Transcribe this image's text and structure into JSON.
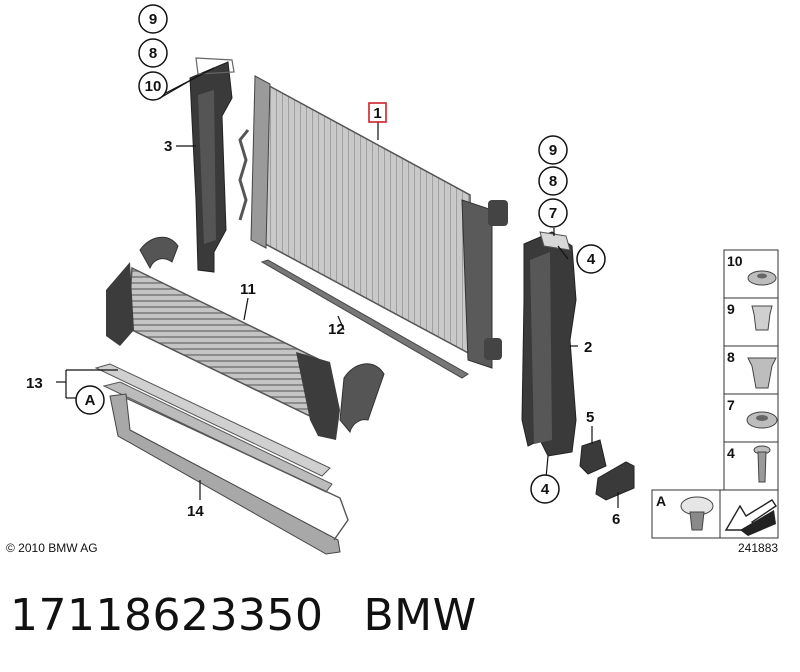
{
  "callouts": {
    "c1": "1",
    "c2": "2",
    "c3": "3",
    "c4a": "4",
    "c4b": "4",
    "c5": "5",
    "c6": "6",
    "c7": "7",
    "c8a": "8",
    "c8b": "8",
    "c9a": "9",
    "c9b": "9",
    "c10": "10",
    "c11": "11",
    "c12": "12",
    "c13": "13",
    "c14": "14",
    "cA": "A"
  },
  "legend": {
    "items": [
      "10",
      "9",
      "8",
      "7",
      "4"
    ],
    "detail_label": "A"
  },
  "footer": {
    "copyright": "© 2010 BMW AG",
    "drawing_number": "241883",
    "part_number": "17118623350",
    "brand": "BMW"
  },
  "colors": {
    "highlight": "#d0202a",
    "part_dark": "#3c3c3c",
    "part_mid": "#8a8a8a",
    "part_light": "#c8c8c8"
  }
}
